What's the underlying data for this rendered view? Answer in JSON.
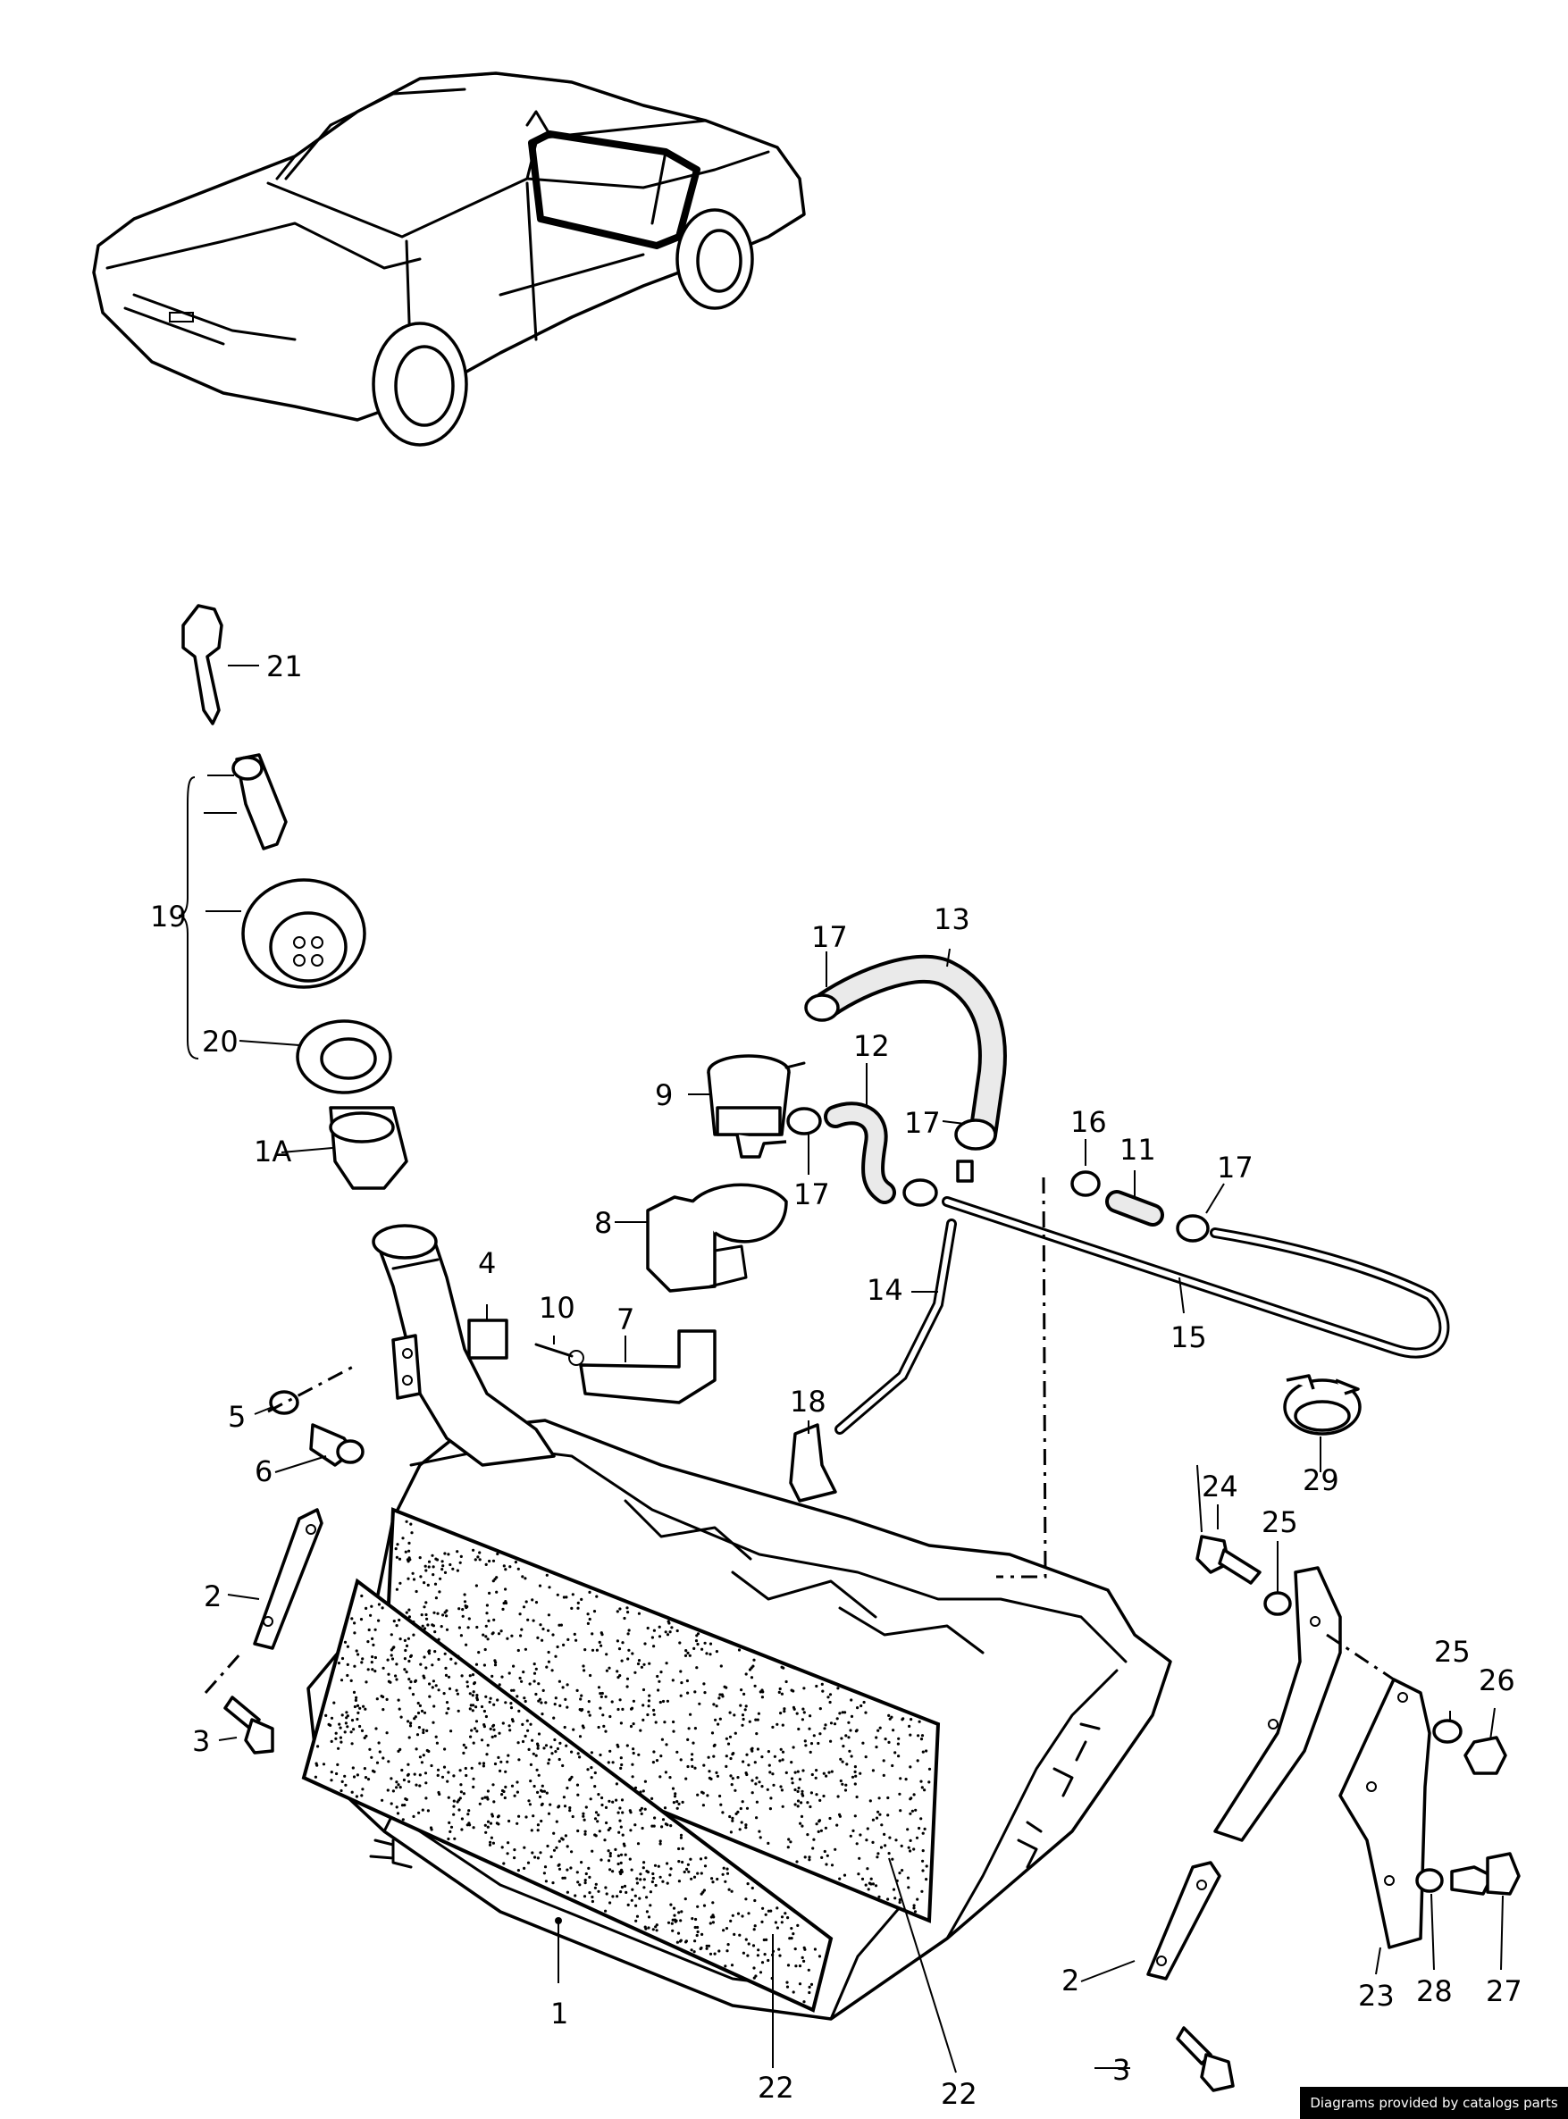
{
  "callouts": {
    "c1": "1",
    "c1a": "1A",
    "c2a": "2",
    "c2b": "2",
    "c3a": "3",
    "c3b": "3",
    "c4": "4",
    "c5": "5",
    "c6": "6",
    "c7": "7",
    "c8": "8",
    "c9": "9",
    "c10": "10",
    "c11": "11",
    "c12": "12",
    "c13": "13",
    "c14": "14",
    "c15": "15",
    "c16": "16",
    "c17a": "17",
    "c17b": "17",
    "c17c": "17",
    "c17d": "17",
    "c18": "18",
    "c19": "19",
    "c20": "20",
    "c21": "21",
    "c22a": "22",
    "c22b": "22",
    "c23": "23",
    "c24": "24",
    "c25a": "25",
    "c25b": "25",
    "c26": "26",
    "c27": "27",
    "c28": "28",
    "c29": "29"
  },
  "credit": "Diagrams provided by catalogs parts"
}
